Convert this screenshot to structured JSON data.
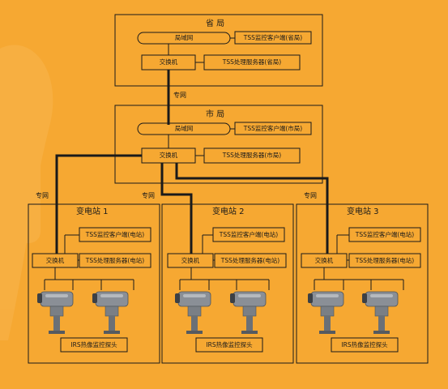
{
  "province": {
    "title": "省 局",
    "lan": "局域网",
    "switch": "交换机",
    "client": "TSS监控客户端(省局)",
    "server": "TSS处理服务器(省局)"
  },
  "private_net": "专网",
  "city": {
    "title": "市 局",
    "lan": "局域网",
    "switch": "交换机",
    "client": "TSS监控客户端(市局)",
    "server": "TSS处理服务器(市局)"
  },
  "stations": [
    {
      "title": "变电站 1",
      "net": "专网",
      "switch": "交换机",
      "client": "TSS监控客户端(电站)",
      "server": "TSS处理服务器(电站)",
      "camera_label": "IRS热像监控探头"
    },
    {
      "title": "变电站 2",
      "net": "专网",
      "switch": "交换机",
      "client": "TSS监控客户端(电站)",
      "server": "TSS处理服务器(电站)",
      "camera_label": "IRS热像监控探头"
    },
    {
      "title": "变电站 3",
      "net": "专网",
      "switch": "交换机",
      "client": "TSS监控客户端(电站)",
      "server": "TSS处理服务器(电站)",
      "camera_label": "IRS热像监控探头"
    }
  ],
  "colors": {
    "background": "#f6a832",
    "line": "#1a1a1a"
  },
  "icons": {
    "camera": "thermal-camera-icon"
  }
}
